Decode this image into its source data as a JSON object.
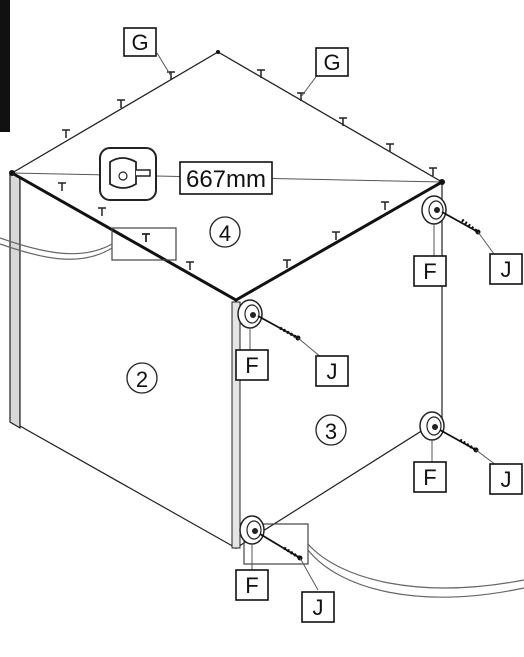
{
  "measurement": {
    "value": "667mm"
  },
  "panels": [
    {
      "number": "2"
    },
    {
      "number": "3"
    },
    {
      "number": "4"
    }
  ],
  "parts": {
    "g": "G",
    "f": "F",
    "j": "J"
  },
  "icons": {
    "tape_measure": "tape-measure-icon",
    "screw": "screw-icon",
    "nail": "nail-icon"
  }
}
